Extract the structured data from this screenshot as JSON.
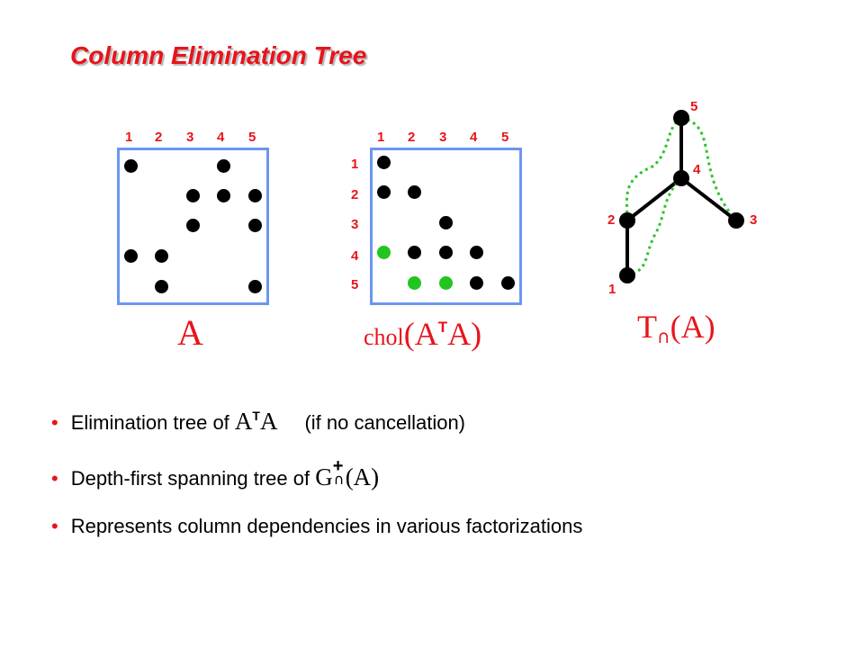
{
  "title": "Column Elimination Tree",
  "matrix_a": {
    "col_labels": [
      "1",
      "2",
      "3",
      "4",
      "5"
    ],
    "caption": "A"
  },
  "matrix_chol": {
    "col_labels": [
      "1",
      "2",
      "3",
      "4",
      "5"
    ],
    "row_labels": [
      "1",
      "2",
      "3",
      "4",
      "5"
    ],
    "caption_prefix": "chol",
    "caption_main": "(A",
    "caption_sup": "T",
    "caption_end": "A)"
  },
  "tree": {
    "node_labels": [
      "5",
      "4",
      "2",
      "3",
      "1"
    ],
    "caption_main": "T",
    "caption_sub": "∩",
    "caption_end": "(A)"
  },
  "bullets": [
    {
      "text": "Elimination tree of ",
      "math_main": "A",
      "math_sup": "T",
      "math_end": "A",
      "suffix": "(if no cancellation)"
    },
    {
      "text": "Depth-first spanning tree of ",
      "math_main": "G",
      "math_sup": "+",
      "math_sub": "∩",
      "math_end": "(A)"
    },
    {
      "text": "Represents column dependencies in various factorizations"
    }
  ],
  "colors": {
    "accent": "#e8141b",
    "matrix_border": "#6b96f0",
    "fill_in": "#22c41f",
    "dot": "#000000"
  }
}
